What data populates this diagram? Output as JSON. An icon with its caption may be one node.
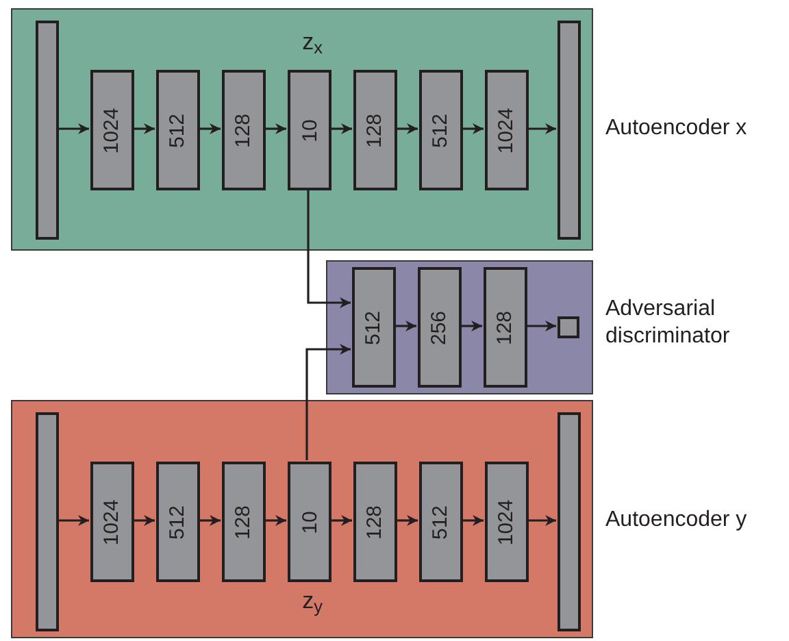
{
  "diagram": {
    "nodes": [
      {
        "text": [],
        "shape": "box",
        "beside": [
          "Autoencoder x"
        ]
      },
      {
        "text": [],
        "shape": "bar",
        "in": 0
      },
      {
        "text": [
          "1024"
        ],
        "in": 0
      },
      {
        "text": [
          "512"
        ],
        "in": 0
      },
      {
        "text": [
          "128"
        ],
        "in": 0
      },
      {
        "text": [
          "10"
        ],
        "in": 0,
        "beside": [
          "z$_{x}$"
        ]
      },
      {
        "text": [
          "128"
        ],
        "in": 0
      },
      {
        "text": [
          "512"
        ],
        "in": 0
      },
      {
        "text": [
          "1024"
        ],
        "in": 0
      },
      {
        "text": [],
        "shape": "bar",
        "in": 0
      },
      {
        "text": [],
        "shape": "box",
        "beside": [
          "Adversarial discriminator"
        ]
      },
      {
        "text": [
          "512"
        ],
        "in": 10
      },
      {
        "text": [
          "256"
        ],
        "in": 10
      },
      {
        "text": [
          "128"
        ],
        "in": 10
      },
      {
        "text": [],
        "shape": "box",
        "in": 10
      },
      {
        "text": [],
        "shape": "box",
        "beside": [
          "Autoencoder y"
        ]
      },
      {
        "text": [],
        "shape": "bar",
        "in": 15
      },
      {
        "text": [
          "1024"
        ],
        "in": 15
      },
      {
        "text": [
          "512"
        ],
        "in": 15
      },
      {
        "text": [
          "128"
        ],
        "in": 15
      },
      {
        "text": [
          "10"
        ],
        "in": 15,
        "beside": [
          "z$_{y}$"
        ]
      },
      {
        "text": [
          "128"
        ],
        "in": 15
      },
      {
        "text": [
          "512"
        ],
        "in": 15
      },
      {
        "text": [
          "1024"
        ],
        "in": 15
      },
      {
        "text": [],
        "shape": "bar",
        "in": 15
      }
    ],
    "edges": [
      {
        "from": 1,
        "to": 2,
        "arrow": "to"
      },
      {
        "from": 2,
        "to": 3,
        "arrow": "to"
      },
      {
        "from": 3,
        "to": 4,
        "arrow": "to"
      },
      {
        "from": 4,
        "to": 5,
        "arrow": "to"
      },
      {
        "from": 5,
        "to": 6,
        "arrow": "to"
      },
      {
        "from": 6,
        "to": 7,
        "arrow": "to"
      },
      {
        "from": 7,
        "to": 8,
        "arrow": "to"
      },
      {
        "from": 8,
        "to": 9,
        "arrow": "to"
      },
      {
        "from": 5,
        "to": 11,
        "arrow": "to"
      },
      {
        "from": 20,
        "to": 11,
        "arrow": "to"
      },
      {
        "from": 11,
        "to": 12,
        "arrow": "to"
      },
      {
        "from": 12,
        "to": 13,
        "arrow": "to"
      },
      {
        "from": 13,
        "to": 14,
        "arrow": "to"
      },
      {
        "from": 16,
        "to": 17,
        "arrow": "to"
      },
      {
        "from": 17,
        "to": 18,
        "arrow": "to"
      },
      {
        "from": 18,
        "to": 19,
        "arrow": "to"
      },
      {
        "from": 19,
        "to": 20,
        "arrow": "to"
      },
      {
        "from": 20,
        "to": 21,
        "arrow": "to"
      },
      {
        "from": 21,
        "to": 22,
        "arrow": "to"
      },
      {
        "from": 22,
        "to": 23,
        "arrow": "to"
      },
      {
        "from": 23,
        "to": 24,
        "arrow": "to"
      }
    ]
  }
}
